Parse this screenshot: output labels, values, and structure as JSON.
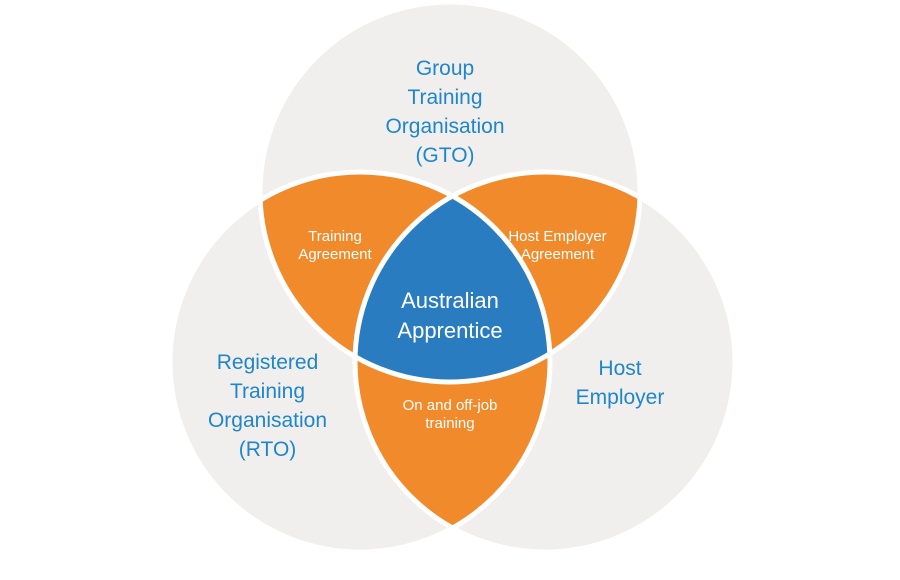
{
  "diagram": {
    "colors": {
      "circle_fill": "#f0efed",
      "circle_stroke": "#ffffff",
      "pair_overlap": "#f18a2b",
      "center_overlap": "#2a7cc0",
      "outer_text": "#1f86c9",
      "inner_text": "#ffffff"
    },
    "circles": {
      "gto": [
        "Group",
        "Training",
        "Organisation",
        "(GTO)"
      ],
      "rto": [
        "Registered",
        "Training",
        "Organisation",
        "(RTO)"
      ],
      "host": [
        "Host",
        "Employer"
      ]
    },
    "overlaps": {
      "gto_rto": [
        "Training",
        "Agreement"
      ],
      "gto_host": [
        "Host Employer",
        "Agreement"
      ],
      "rto_host": [
        "On and off-job",
        "training"
      ],
      "center": [
        "Australian",
        "Apprentice"
      ]
    }
  }
}
